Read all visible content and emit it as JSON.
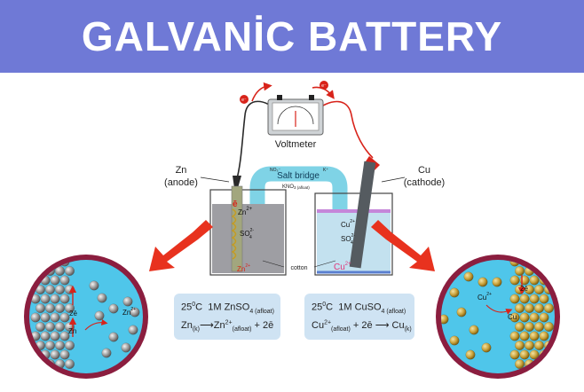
{
  "title": "GALVANİC BATTERY",
  "voltmeter_label": "Voltmeter",
  "electron_symbol": "e⁻",
  "anode": {
    "name": "Zn",
    "role": "(anode)"
  },
  "cathode": {
    "name": "Cu",
    "role": "(cathode)"
  },
  "salt_bridge": {
    "label": "Salt bridge",
    "no3": "NO₃⁻",
    "k": "K⁺",
    "kno3": "KNO",
    "kno3_sub": "3 (afloat)"
  },
  "left_beaker": {
    "electron": "ē",
    "zn_ion": "Zn",
    "zn_charge": "2+",
    "so4": "SO",
    "so4_sub": "4",
    "so4_charge": "2-",
    "zn_bottom": "Zn",
    "zn_bottom_charge": "2+"
  },
  "right_beaker": {
    "cu_ion": "Cu",
    "cu_charge": "2+",
    "so4": "SO",
    "so4_sub": "4",
    "so4_charge": "2-",
    "cu_bottom": "Cu",
    "cu_bottom_charge": "2+"
  },
  "cotton_label": "cotton",
  "left_zoom": {
    "electron": "2ē",
    "zn_label": "Zn",
    "ion": "Zn",
    "ion_charge": "2+"
  },
  "right_zoom": {
    "electron": "2ē",
    "ion": "Cu",
    "ion_charge": "2+",
    "cu_label": "Cu"
  },
  "left_eq": {
    "t": "25",
    "t_sup": "0",
    "t_unit": "C",
    "solution": "1M ZnSO",
    "solution_sub": "4 (afloat)",
    "reactant": "Zn",
    "reactant_sub": "(k)",
    "arrow": "⟶",
    "product": "Zn",
    "product_sup": "2+",
    "product_sub": "(afloat)",
    "rest": " + 2ē"
  },
  "right_eq": {
    "t": "25",
    "t_sup": "0",
    "t_unit": "C",
    "solution": "1M CuSO",
    "solution_sub": "4 (afloat)",
    "reactant": "Cu",
    "reactant_sup": "2+",
    "reactant_sub": "(afloat)",
    "mid": " + 2ē",
    "arrow": "⟶",
    "product": "Cu",
    "product_sub": "(k)"
  },
  "colors": {
    "banner": "#6f79d6",
    "arrow": "#e8321e",
    "zoom_ring": "#8b1e3f",
    "water": "#4fc6ea",
    "bridge": "#7fd3e6",
    "eq_box": "#cfe3f3",
    "zn_sphere": "#9a9a9a",
    "cu_sphere": "#c9a23a"
  }
}
